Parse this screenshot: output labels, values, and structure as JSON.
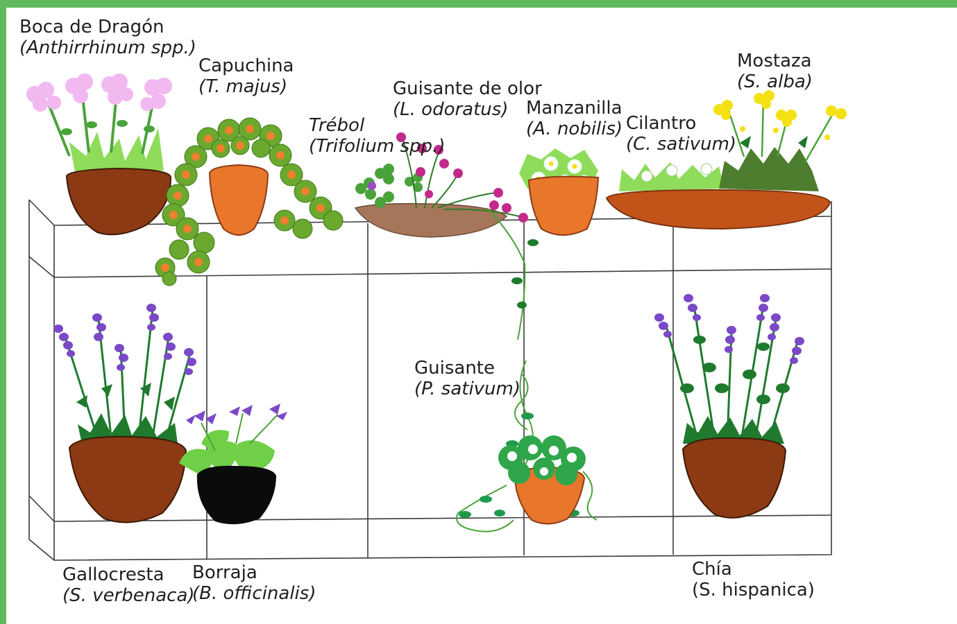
{
  "colors": {
    "frame": "#5fba5c",
    "pot_brown": "#8b3a13",
    "pot_orange": "#e8762b",
    "pot_black": "#0b0b0b",
    "leaf_light": "#8edc5a",
    "leaf_mid": "#4aa33a",
    "leaf_dark": "#1f7a2e",
    "purple": "#7b48c7",
    "magenta": "#c22a8a",
    "pink": "#f2b8f0",
    "yellow": "#f3e112",
    "nasturtium_orange": "#f07f2e"
  },
  "plants": [
    {
      "id": "boca",
      "common": "Boca de Dragón",
      "scientific": "(Anthirrhinum spp.)"
    },
    {
      "id": "capuchina",
      "common": "Capuchina",
      "scientific": "(T. majus)"
    },
    {
      "id": "trebol",
      "common": "Trébol",
      "scientific": "(Trifolium spp.)"
    },
    {
      "id": "guisante_olor",
      "common": "Guisante de olor",
      "scientific": "(L. odoratus)"
    },
    {
      "id": "manzanilla",
      "common": "Manzanilla",
      "scientific": "(A. nobilis)"
    },
    {
      "id": "cilantro",
      "common": "Cilantro",
      "scientific": "(C. sativum)"
    },
    {
      "id": "mostaza",
      "common": "Mostaza",
      "scientific": "(S. alba)"
    },
    {
      "id": "guisante",
      "common": "Guisante",
      "scientific": "(P. sativum)"
    },
    {
      "id": "gallocresta",
      "common": "Gallocresta",
      "scientific": "(S. verbenaca)"
    },
    {
      "id": "borraja",
      "common": "Borraja",
      "scientific": "(B. officinalis)"
    },
    {
      "id": "chia",
      "common": "Chía",
      "scientific": "(S. hispanica)"
    }
  ]
}
